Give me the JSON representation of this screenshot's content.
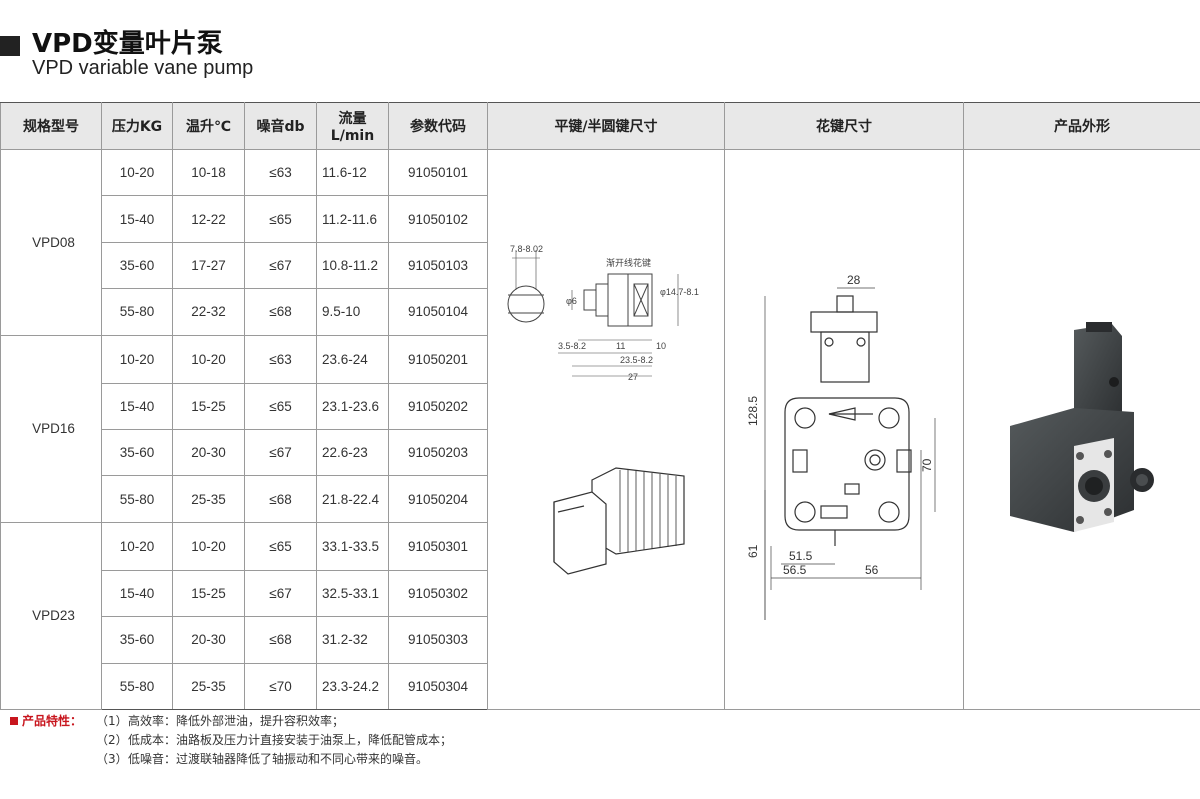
{
  "title": {
    "cn": "VPD变量叶片泵",
    "en": "VPD variable vane pump"
  },
  "columns": [
    "规格型号",
    "压力KG",
    "温升℃",
    "噪音db",
    "流量L/min",
    "参数代码",
    "平键/半圆键尺寸",
    "花键尺寸",
    "产品外形"
  ],
  "groups": [
    {
      "model": "VPD08",
      "rows": [
        [
          "10-20",
          "10-18",
          "≤63",
          "11.6-12",
          "91050101"
        ],
        [
          "15-40",
          "12-22",
          "≤65",
          "11.2-11.6",
          "91050102"
        ],
        [
          "35-60",
          "17-27",
          "≤67",
          "10.8-11.2",
          "91050103"
        ],
        [
          "55-80",
          "22-32",
          "≤68",
          "9.5-10",
          "91050104"
        ]
      ]
    },
    {
      "model": "VPD16",
      "rows": [
        [
          "10-20",
          "10-20",
          "≤63",
          "23.6-24",
          "91050201"
        ],
        [
          "15-40",
          "15-25",
          "≤65",
          "23.1-23.6",
          "91050202"
        ],
        [
          "35-60",
          "20-30",
          "≤67",
          "22.6-23",
          "91050203"
        ],
        [
          "55-80",
          "25-35",
          "≤68",
          "21.8-22.4",
          "91050204"
        ]
      ]
    },
    {
      "model": "VPD23",
      "rows": [
        [
          "10-20",
          "10-20",
          "≤65",
          "33.1-33.5",
          "91050301"
        ],
        [
          "15-40",
          "15-25",
          "≤67",
          "32.5-33.1",
          "91050302"
        ],
        [
          "35-60",
          "20-30",
          "≤68",
          "31.2-32",
          "91050303"
        ],
        [
          "55-80",
          "25-35",
          "≤70",
          "23.3-24.2",
          "91050304"
        ]
      ]
    }
  ],
  "key_drawing": {
    "label_top": "7.8-8.02",
    "label_spline": "渐开线花键",
    "label_dia6": "φ6",
    "label_dia147": "φ14.7-8.1",
    "label_35": "3.5-8.2",
    "label_11": "11",
    "label_10": "10",
    "label_235": "23.5-8.2",
    "label_27": "27"
  },
  "spline_drawing": {
    "dim_28": "28",
    "dim_1285": "128.5",
    "dim_70": "70",
    "dim_61": "61",
    "dim_515": "51.5",
    "dim_565": "56.5",
    "dim_56": "56"
  },
  "features": {
    "heading": "产品特性：",
    "items": [
      {
        "num": "（1）",
        "text": "高效率：降低外部泄油，提升容积效率；"
      },
      {
        "num": "（2）",
        "text": "低成本：油路板及压力计直接安装于油泵上，降低配管成本；"
      },
      {
        "num": "（3）",
        "text": "低噪音：过渡联轴器降低了轴振动和不同心带来的噪音。"
      }
    ]
  },
  "colors": {
    "accent": "#c8161e",
    "header_bg": "#e8e8e8",
    "pump_body": "#3c4042"
  }
}
